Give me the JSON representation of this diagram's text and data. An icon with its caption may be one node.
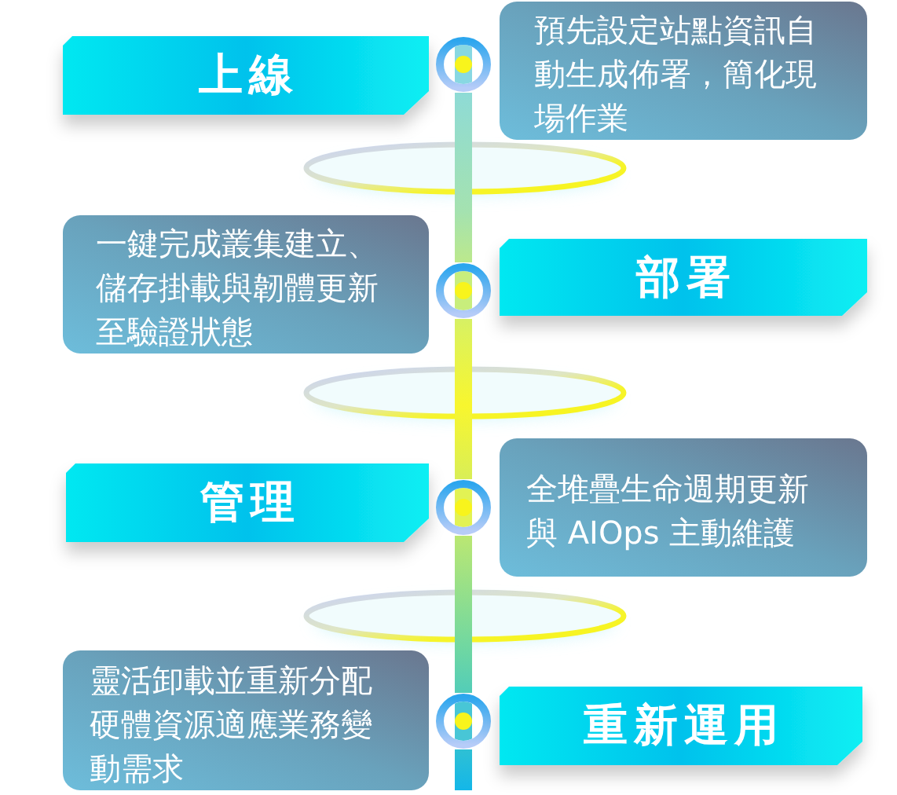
{
  "diagram": {
    "nodes": [
      {
        "text": [
          "上線"
        ]
      },
      {
        "text": [],
        "shape": "circle"
      },
      {
        "text": [
          "預先設定站點資訊自動生成佈署，簡化現場作業"
        ]
      },
      {
        "text": [
          "一鍵完成叢集建立、儲存掛載與韌體更新至驗證狀態"
        ]
      },
      {
        "text": [],
        "shape": "circle"
      },
      {
        "text": [
          "部署"
        ]
      },
      {
        "text": [
          "管理"
        ]
      },
      {
        "text": [],
        "shape": "circle"
      },
      {
        "text": [
          "全堆疊生命週期更新與 AIOps 主動維護"
        ]
      },
      {
        "text": [
          "靈活卸載並重新分配硬體資源適應業務變動需求"
        ]
      },
      {
        "text": [],
        "shape": "circle"
      },
      {
        "text": [
          "重新運用"
        ]
      }
    ],
    "edges": [
      {
        "from": 1,
        "to": 4,
        "arrow": "none"
      },
      {
        "from": 4,
        "to": 7,
        "arrow": "none"
      },
      {
        "from": 7,
        "to": 10,
        "arrow": "none"
      },
      {
        "from": 10,
        "to": null,
        "arrow": "none"
      }
    ]
  }
}
